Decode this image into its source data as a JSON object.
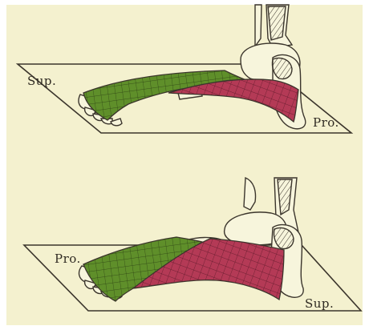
{
  "figure": {
    "top_panel": {
      "label_left": "Sup.",
      "label_right": "Pro."
    },
    "bottom_panel": {
      "label_left": "Pro.",
      "label_right": "Sup."
    },
    "colors": {
      "paper": "#f4f1cf",
      "ink": "#3b352c",
      "green_band": "#5f8f2a",
      "red_band": "#b43a56",
      "bone_fill": "#f7f5dc"
    }
  }
}
